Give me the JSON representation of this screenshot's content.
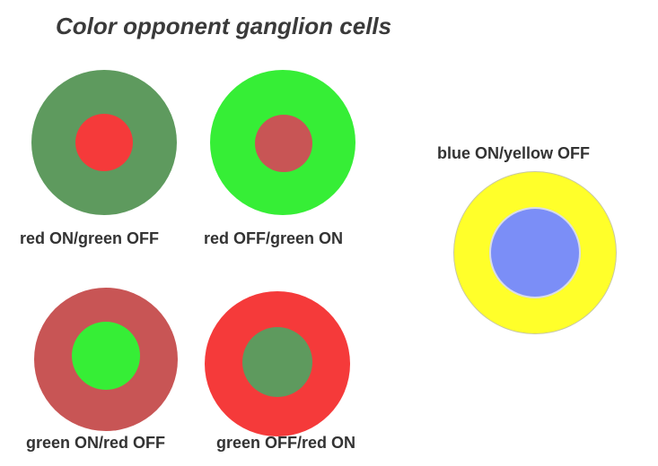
{
  "title": "Color opponent ganglion cells",
  "cells": [
    {
      "label": "red ON/green OFF",
      "surround_color": "#5e9a5e",
      "center_color": "#f53a3a"
    },
    {
      "label": "red OFF/green ON",
      "surround_color": "#36ee36",
      "center_color": "#c85555"
    },
    {
      "label": "green ON/red OFF",
      "surround_color": "#c85555",
      "center_color": "#36ee36"
    },
    {
      "label": "green OFF/red ON",
      "surround_color": "#f53a3a",
      "center_color": "#5e9a5e"
    },
    {
      "label": "blue ON/yellow OFF",
      "surround_color": "#ffff2a",
      "center_color": "#7b8ef7"
    }
  ]
}
